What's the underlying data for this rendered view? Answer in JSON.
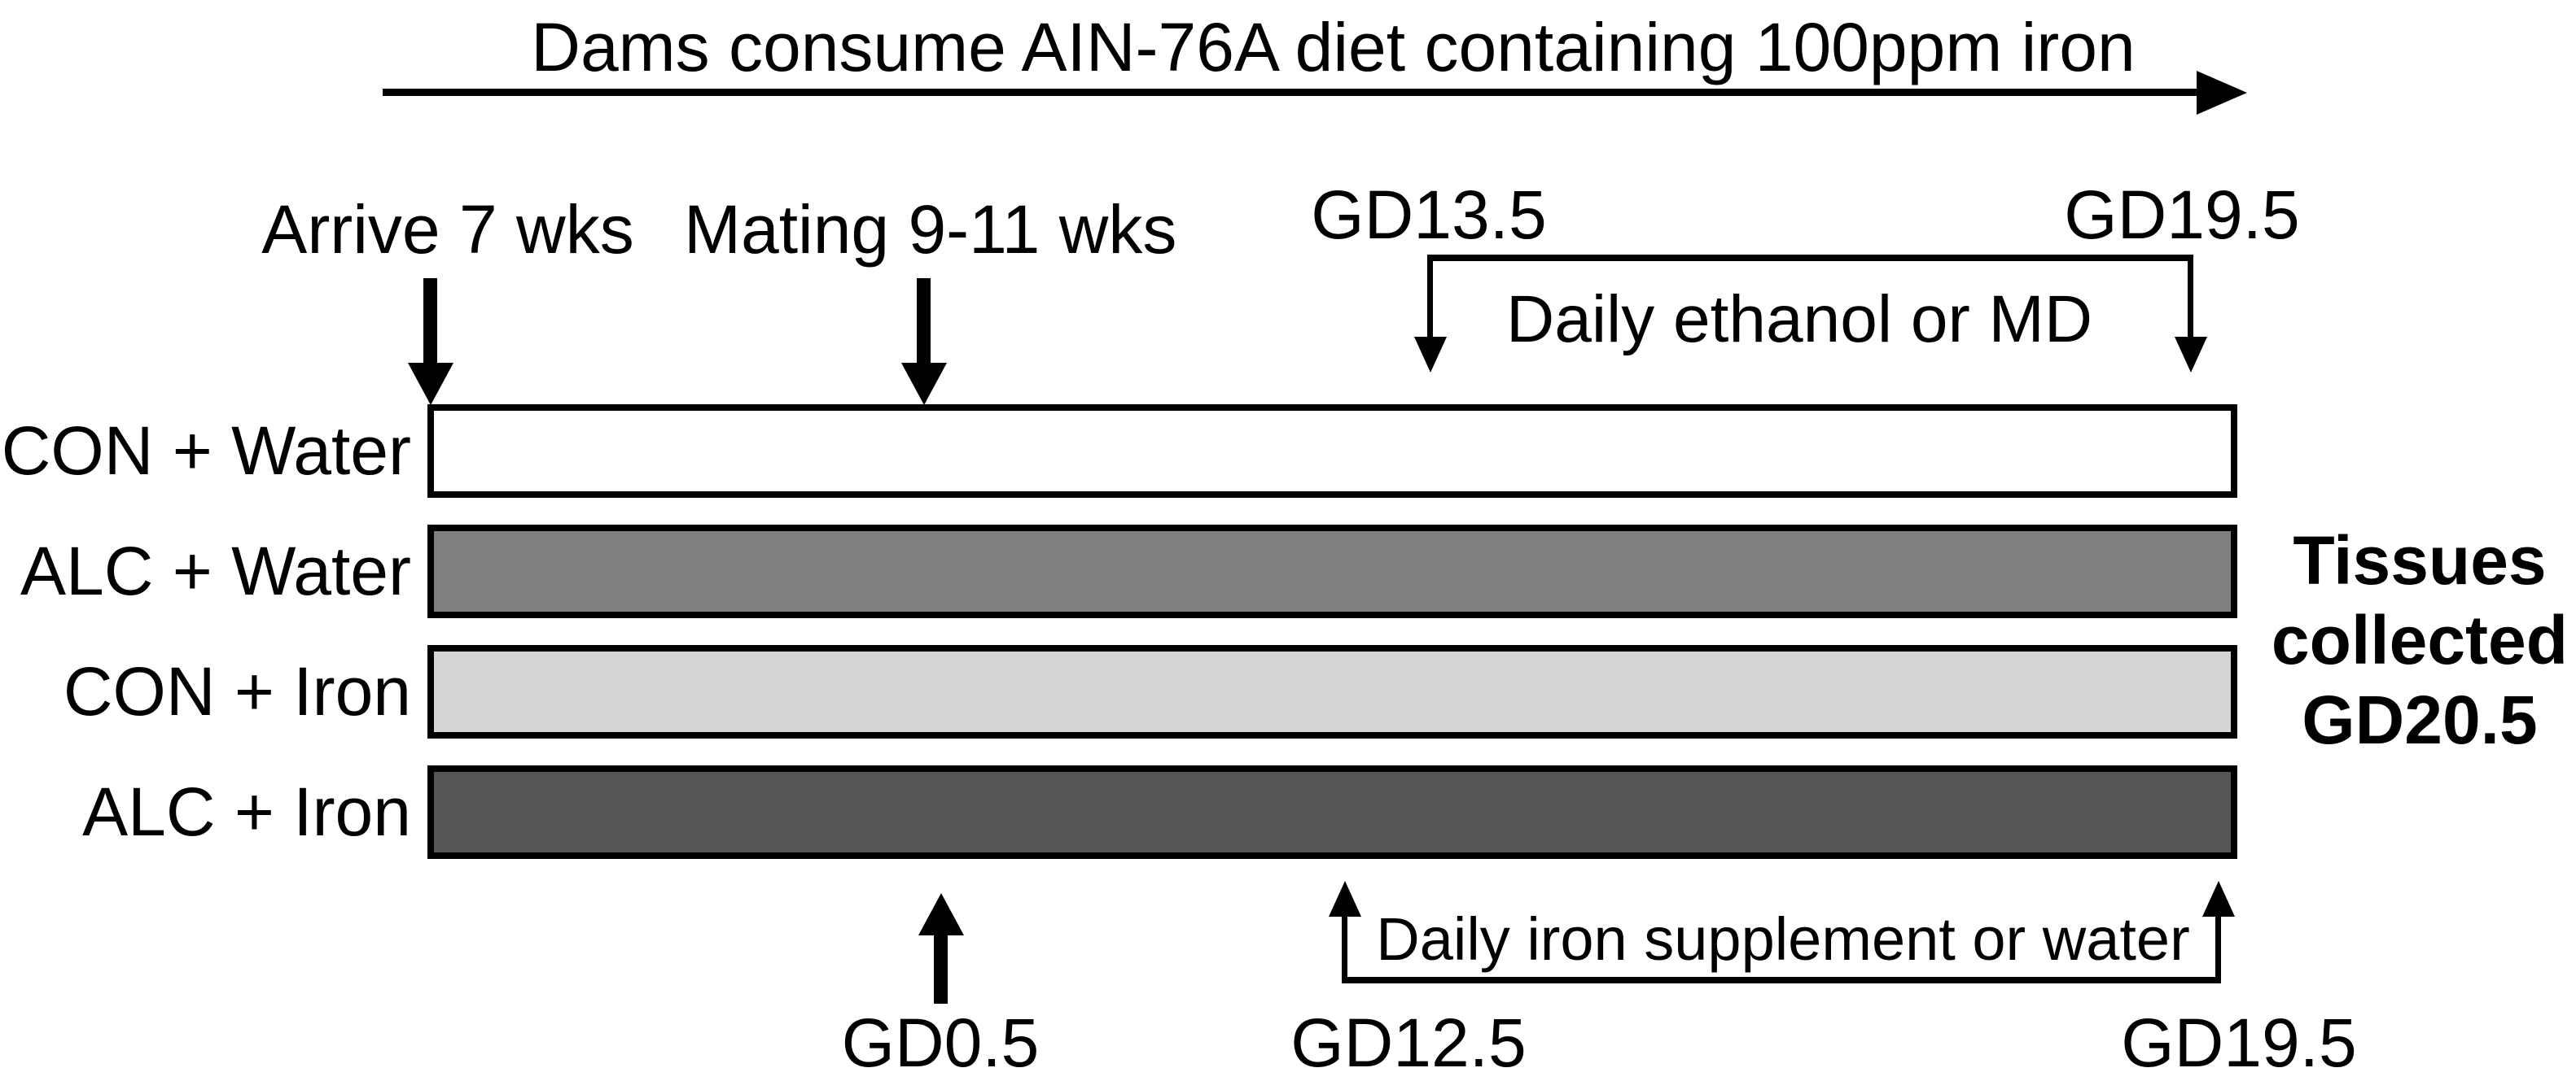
{
  "diagram": {
    "title": "Dams consume AIN-76A diet containing 100ppm iron",
    "events": {
      "arrive": "Arrive 7 wks",
      "mating": "Mating 9-11 wks",
      "mating_gd": "GD0.5"
    },
    "ethanol_window": {
      "start": "GD13.5",
      "end": "GD19.5",
      "label": "Daily ethanol or MD"
    },
    "iron_window": {
      "start": "GD12.5",
      "end": "GD19.5",
      "label": "Daily iron supplement or water"
    },
    "groups": [
      {
        "label": "CON + Water",
        "fill": "#ffffff"
      },
      {
        "label": "ALC + Water",
        "fill": "#7f7f7f"
      },
      {
        "label": "CON + Iron",
        "fill": "#d5d5d5"
      },
      {
        "label": "ALC + Iron",
        "fill": "#565656"
      }
    ],
    "endpoint": {
      "line1": "Tissues",
      "line2": "collected",
      "line3": "GD20.5"
    }
  },
  "colors": {
    "ink": "#000000",
    "background": "#ffffff",
    "bar_border": "#000000"
  }
}
